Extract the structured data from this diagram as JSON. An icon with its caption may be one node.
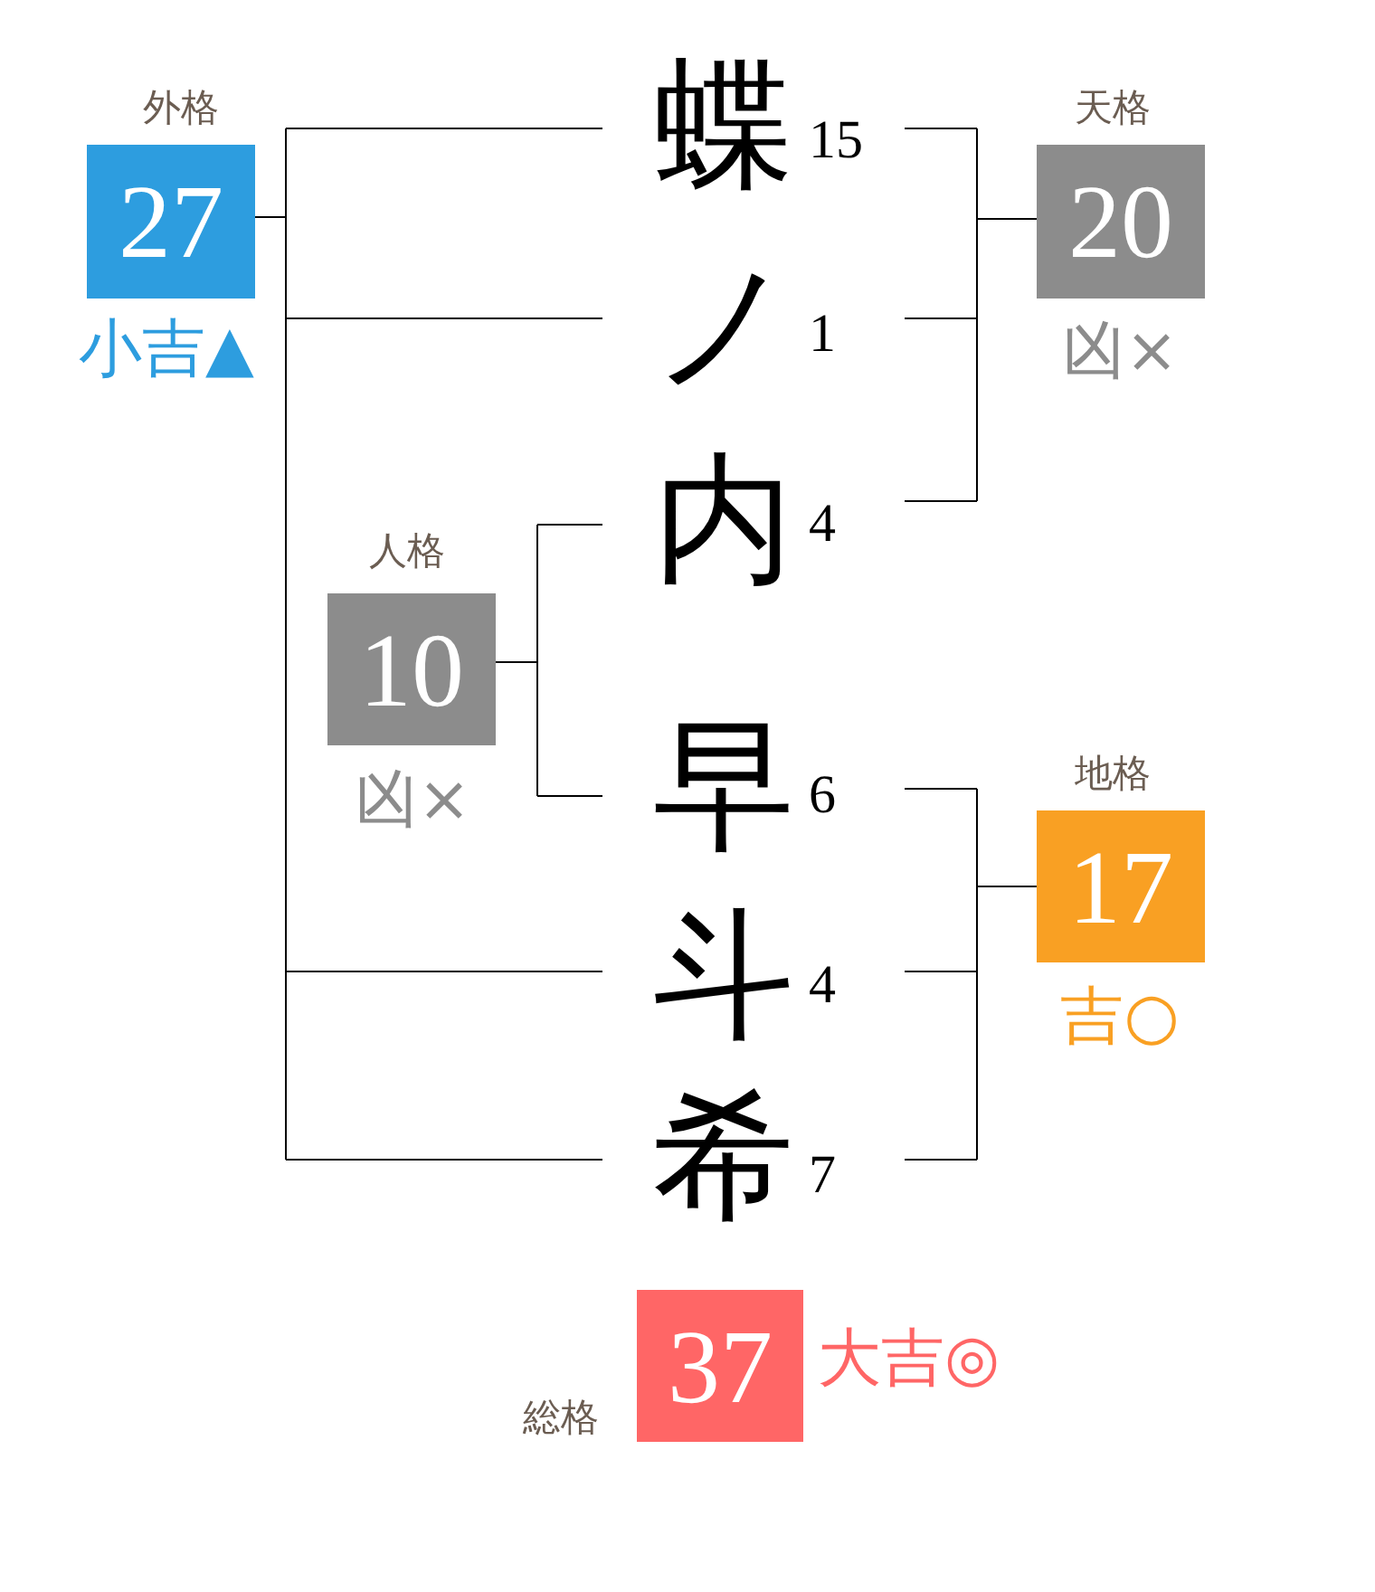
{
  "diagram": {
    "nodes": [
      {
        "text": [
          "外格",
          "27"
        ],
        "beside": [
          "小吉▲"
        ]
      },
      {
        "text": [
          "蝶"
        ],
        "beside": [
          "15"
        ]
      },
      {
        "text": [
          "天格",
          "20"
        ],
        "beside": [
          "凶×"
        ]
      },
      {
        "text": [
          "ノ"
        ],
        "beside": [
          "1"
        ]
      },
      {
        "text": [
          "内"
        ],
        "beside": [
          "4"
        ]
      },
      {
        "text": [
          "人格",
          "10"
        ],
        "beside": [
          "凶×"
        ]
      },
      {
        "text": [
          "早"
        ],
        "beside": [
          "6"
        ]
      },
      {
        "text": [
          "地格",
          "17"
        ],
        "beside": [
          "吉○"
        ]
      },
      {
        "text": [
          "斗"
        ],
        "beside": [
          "4"
        ]
      },
      {
        "text": [
          "希"
        ],
        "beside": [
          "7"
        ]
      },
      {
        "text": [
          "総格",
          "37"
        ],
        "beside": [
          "大吉◎"
        ]
      }
    ],
    "edges": [
      {
        "from": 0,
        "to": 1,
        "arrow": "none"
      },
      {
        "from": 0,
        "to": 3,
        "arrow": "none"
      },
      {
        "from": 0,
        "to": 8,
        "arrow": "none"
      },
      {
        "from": 0,
        "to": 9,
        "arrow": "none"
      },
      {
        "from": 2,
        "to": 1,
        "arrow": "none"
      },
      {
        "from": 2,
        "to": 3,
        "arrow": "none"
      },
      {
        "from": 2,
        "to": 4,
        "arrow": "none"
      },
      {
        "from": 5,
        "to": 4,
        "arrow": "none"
      },
      {
        "from": 5,
        "to": 6,
        "arrow": "none"
      },
      {
        "from": 7,
        "to": 6,
        "arrow": "none"
      },
      {
        "from": 7,
        "to": 8,
        "arrow": "none"
      },
      {
        "from": 7,
        "to": 9,
        "arrow": "none"
      }
    ]
  }
}
